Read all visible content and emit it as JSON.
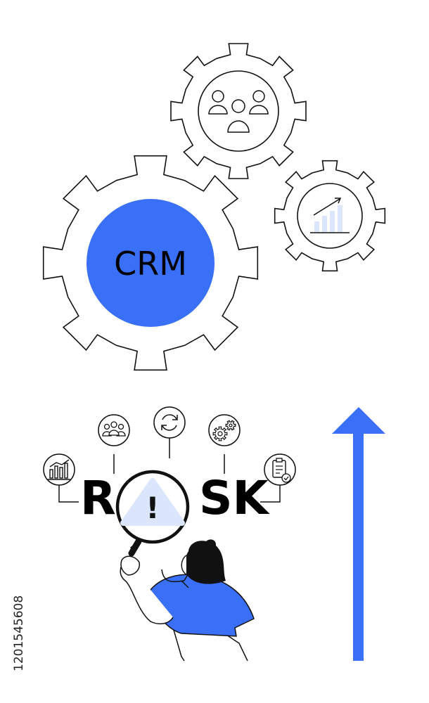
{
  "illustration": {
    "crm_label": "CRM",
    "risk_word_left": "R",
    "risk_word_right": "SK",
    "warning_mark": "!",
    "stock_id": "1201545608",
    "colors": {
      "accent_blue": "#3a6ff7",
      "light_blue": "#dbe6fc",
      "line_black": "#111111",
      "background": "#ffffff"
    },
    "icons": [
      "gear-icon",
      "people-group-icon",
      "growth-chart-icon",
      "bar-chart-icon",
      "team-icon",
      "refresh-icon",
      "settings-gears-icon",
      "clipboard-check-icon",
      "magnifier-icon",
      "warning-icon",
      "woman-figure",
      "up-arrow-icon"
    ]
  }
}
